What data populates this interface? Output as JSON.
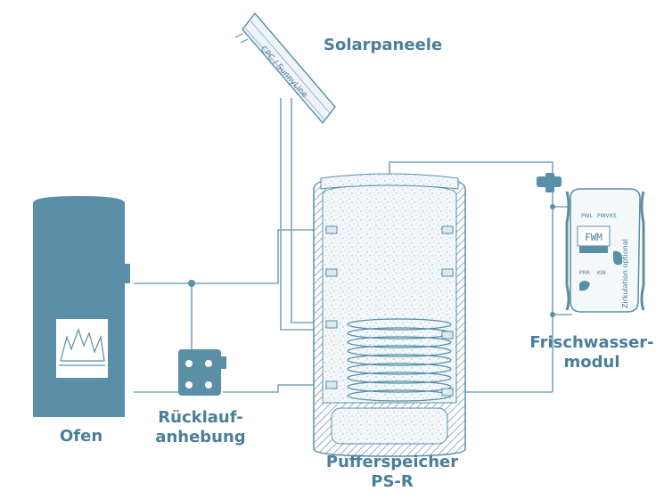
{
  "labels": {
    "solar": "Solarpaneele",
    "stove": "Ofen",
    "return_line1": "Rücklauf-",
    "return_line2": "anhebung",
    "tank_line1": "Pufferspeicher",
    "tank_line2": "PS-R",
    "freshwater_line1": "Frischwasser-",
    "freshwater_line2": "modul"
  },
  "panel_text": "CPC / SunnyLine",
  "module_text": {
    "main": "FWM",
    "side": "Zirkulation optional",
    "pwl": "PWL",
    "pwv": "PWV",
    "ks": "KS",
    "prr": "PRR",
    "kw": "KW"
  },
  "colors": {
    "primary": "#5b8fa8",
    "line": "#7aa6bb",
    "light": "#dbe9f0"
  }
}
